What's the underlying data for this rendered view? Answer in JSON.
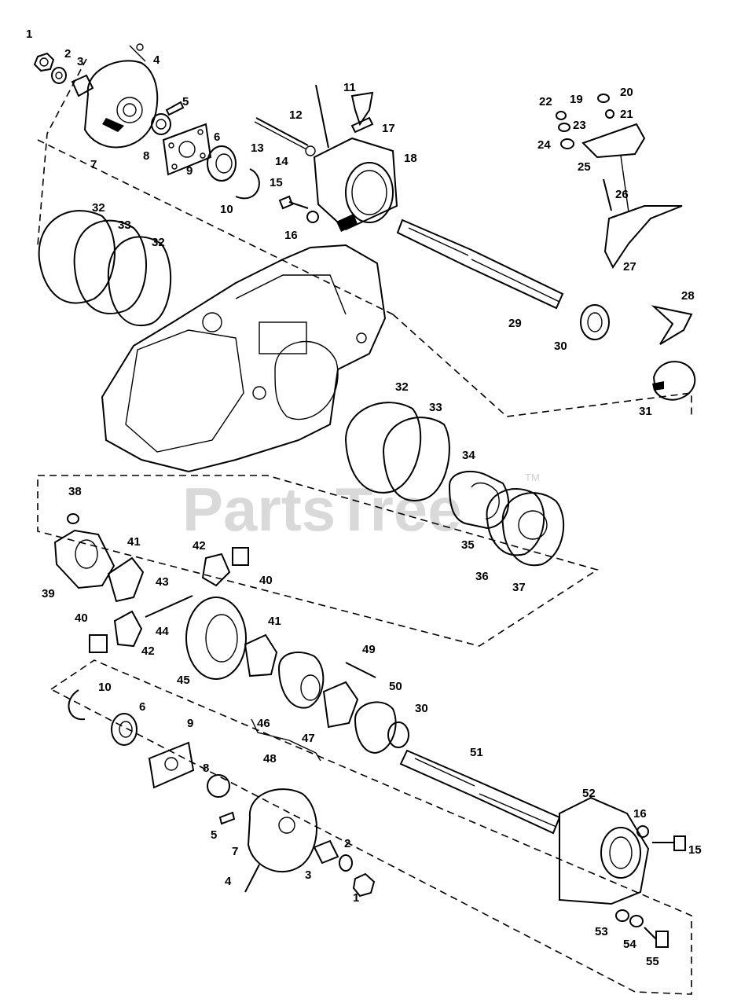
{
  "watermark": {
    "text": "PartsTree",
    "trademark": "TM"
  },
  "callouts": [
    {
      "label": "1"
    },
    {
      "label": "2"
    },
    {
      "label": "3"
    },
    {
      "label": "4"
    },
    {
      "label": "5"
    },
    {
      "label": "7"
    },
    {
      "label": "8"
    },
    {
      "label": "9"
    },
    {
      "label": "6"
    },
    {
      "label": "10"
    },
    {
      "label": "11"
    },
    {
      "label": "12"
    },
    {
      "label": "17"
    },
    {
      "label": "13"
    },
    {
      "label": "14"
    },
    {
      "label": "18"
    },
    {
      "label": "15"
    },
    {
      "label": "16"
    },
    {
      "label": "22"
    },
    {
      "label": "19"
    },
    {
      "label": "20"
    },
    {
      "label": "21"
    },
    {
      "label": "23"
    },
    {
      "label": "24"
    },
    {
      "label": "25"
    },
    {
      "label": "26"
    },
    {
      "label": "27"
    },
    {
      "label": "32"
    },
    {
      "label": "33"
    },
    {
      "label": "32"
    },
    {
      "label": "29"
    },
    {
      "label": "30"
    },
    {
      "label": "28"
    },
    {
      "label": "31"
    },
    {
      "label": "32"
    },
    {
      "label": "33"
    },
    {
      "label": "34"
    },
    {
      "label": "35"
    },
    {
      "label": "36"
    },
    {
      "label": "37"
    },
    {
      "label": "38"
    },
    {
      "label": "39"
    },
    {
      "label": "41"
    },
    {
      "label": "42"
    },
    {
      "label": "40"
    },
    {
      "label": "43"
    },
    {
      "label": "44"
    },
    {
      "label": "40"
    },
    {
      "label": "42"
    },
    {
      "label": "45"
    },
    {
      "label": "41"
    },
    {
      "label": "49"
    },
    {
      "label": "46"
    },
    {
      "label": "47"
    },
    {
      "label": "50"
    },
    {
      "label": "30"
    },
    {
      "label": "48"
    },
    {
      "label": "10"
    },
    {
      "label": "6"
    },
    {
      "label": "9"
    },
    {
      "label": "8"
    },
    {
      "label": "5"
    },
    {
      "label": "7"
    },
    {
      "label": "4"
    },
    {
      "label": "3"
    },
    {
      "label": "2"
    },
    {
      "label": "1"
    },
    {
      "label": "51"
    },
    {
      "label": "52"
    },
    {
      "label": "16"
    },
    {
      "label": "15"
    },
    {
      "label": "53"
    },
    {
      "label": "54"
    },
    {
      "label": "55"
    }
  ]
}
